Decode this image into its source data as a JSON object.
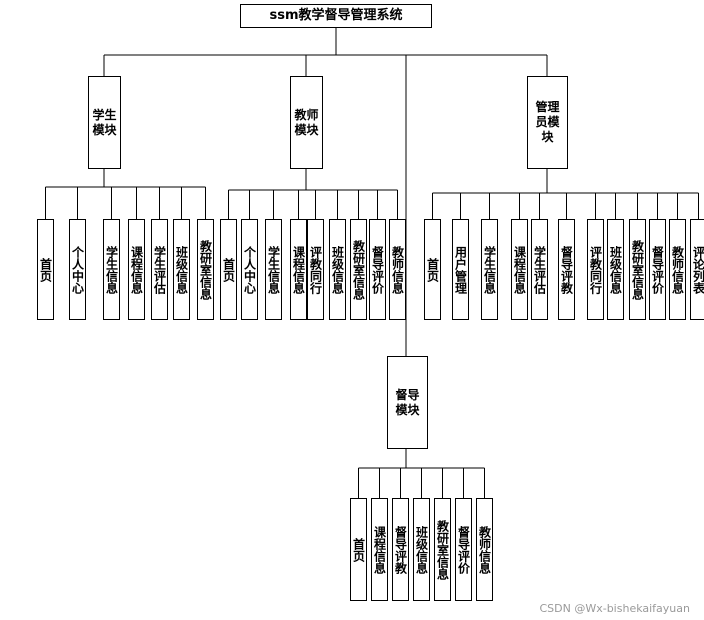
{
  "title": "ssm教学督导管理系统",
  "modules": {
    "student": {
      "label": "学生模块",
      "items": [
        "首页",
        "个人中心",
        "学生信息",
        "课程信息",
        "学生评估",
        "班级信息",
        "教研室信息"
      ]
    },
    "teacher": {
      "label": "教师模块",
      "items": [
        "首页",
        "个人中心",
        "学生信息",
        "课程信息",
        "评教同行",
        "班级信息",
        "教研室信息",
        "督导评价",
        "教师信息"
      ]
    },
    "admin": {
      "label": "管理员模块",
      "items": [
        "首页",
        "用户管理",
        "学生信息",
        "课程信息",
        "学生评估",
        "督导评教",
        "评教同行",
        "班级信息",
        "教研室信息",
        "督导评价",
        "教师信息",
        "评论列表"
      ]
    },
    "supervisor": {
      "label": "督导模块",
      "items": [
        "首页",
        "课程信息",
        "督导评教",
        "班级信息",
        "教研室信息",
        "督导评价",
        "教师信息"
      ]
    }
  },
  "watermark": "CSDN @Wx-bishekaifayuan"
}
